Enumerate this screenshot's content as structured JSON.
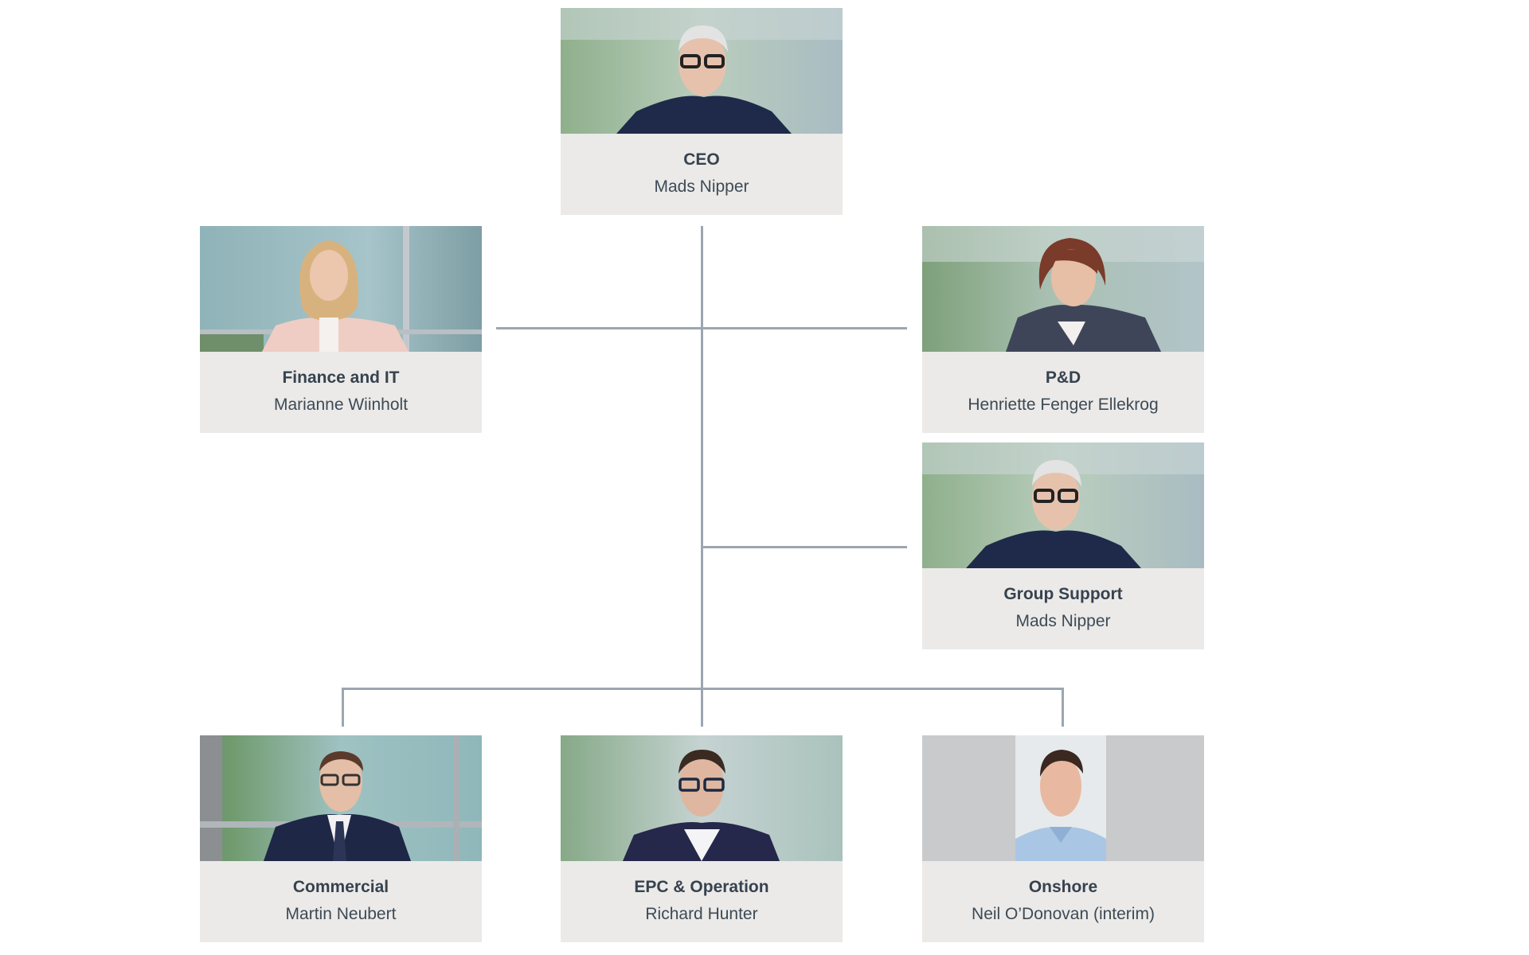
{
  "chart": {
    "connector_color": "#9ba6b0",
    "card_bg": "#ebeae8",
    "text_color": "#37424f"
  },
  "nodes": [
    {
      "id": "ceo",
      "role": "CEO",
      "person": "Mads Nipper",
      "photo": "man-grey-hair-glasses-navy-jacket"
    },
    {
      "id": "finance",
      "role": "Finance and IT",
      "person": "Marianne Wiinholt",
      "photo": "woman-blonde-pink-blazer"
    },
    {
      "id": "pd",
      "role": "P&D",
      "person": "Henriette Fenger Ellekrog",
      "photo": "woman-short-brown-hair-tweed-jacket"
    },
    {
      "id": "group-support",
      "role": "Group Support",
      "person": "Mads Nipper",
      "photo": "man-grey-hair-glasses-navy-jacket"
    },
    {
      "id": "commercial",
      "role": "Commercial",
      "person": "Martin Neubert",
      "photo": "man-glasses-suit-tie"
    },
    {
      "id": "epc",
      "role": "EPC & Operation",
      "person": "Richard Hunter",
      "photo": "man-glasses-dark-blazer"
    },
    {
      "id": "onshore",
      "role": "Onshore",
      "person": "Neil O’Donovan (interim)",
      "photo": "man-light-blue-shirt-grey-background"
    }
  ],
  "hierarchy": {
    "root": "ceo",
    "reports": [
      "finance",
      "pd",
      "group-support",
      "commercial",
      "epc",
      "onshore"
    ]
  }
}
